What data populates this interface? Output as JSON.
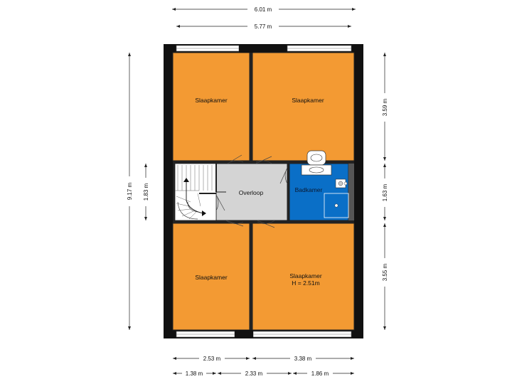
{
  "dimensions": {
    "top_outer": "6.01 m",
    "top_inner": "5.77 m",
    "left_total": "9.17 m",
    "left_hall": "1.83 m",
    "right_top": "3.59 m",
    "right_mid": "1.63 m",
    "right_bottom": "3.55 m",
    "bottom_row1_left": "2.53 m",
    "bottom_row1_right": "3.38 m",
    "bottom_row2_a": "1.38 m",
    "bottom_row2_b": "2.33 m",
    "bottom_row2_c": "1.86 m"
  },
  "rooms": {
    "top_left": "Slaapkamer",
    "top_right": "Slaapkamer",
    "bottom_left": "Slaapkamer",
    "bottom_right": "Slaapkamer",
    "bottom_right_height": "H = 2.51m",
    "landing": "Overloop",
    "bathroom": "Badkamer"
  },
  "colors": {
    "bedroom": "#f39a33",
    "landing": "#d4d4d4",
    "bathroom": "#0a6fc7",
    "wall": "#111111",
    "stairs": "#ffffff"
  }
}
